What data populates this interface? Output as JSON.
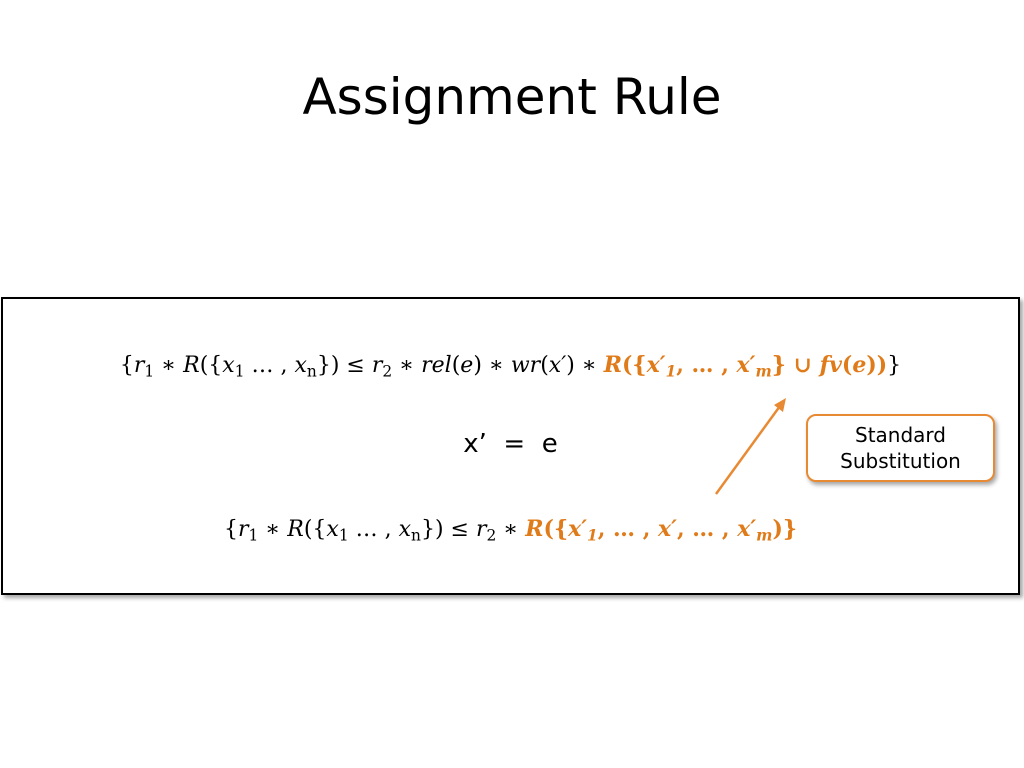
{
  "slide": {
    "title": "Assignment Rule"
  },
  "rule": {
    "command": "x’  =  e",
    "callout": {
      "line1": "Standard",
      "line2": "Substitution"
    }
  },
  "colors": {
    "accent": "#e07b1a",
    "border": "#000000"
  }
}
